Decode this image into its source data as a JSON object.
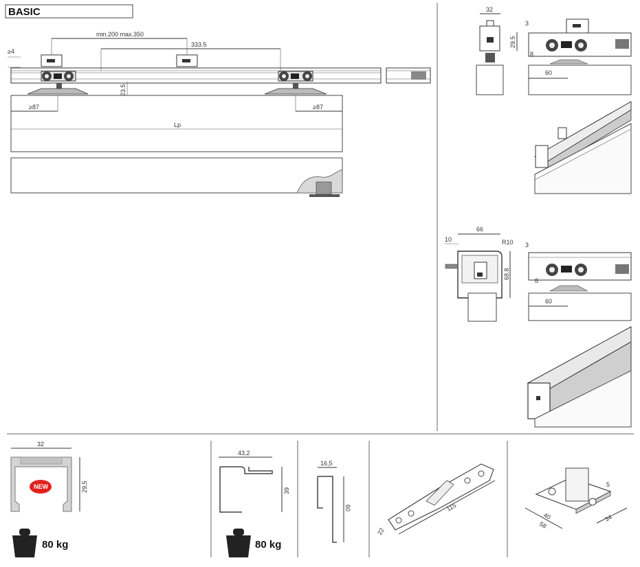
{
  "header": {
    "title": "BASIC"
  },
  "main_drawing": {
    "dim_spacing": "min.200  max.350",
    "dim_center": "333.5",
    "dim_gap": "≥4",
    "dim_height": "23.5",
    "dim_left": "≥87",
    "dim_right": "≥87",
    "dim_length": "Lp"
  },
  "detail_top": {
    "dim_width": "32",
    "dim_height": "29.5",
    "dim_offset": "3",
    "dim_depth": "60",
    "dim_small": "8"
  },
  "detail_bottom": {
    "dim_width": "66",
    "dim_wall": "10",
    "dim_radius": "R10",
    "dim_height": "68.8",
    "dim_offset": "3",
    "dim_depth": "60",
    "dim_small": "8"
  },
  "profiles": [
    {
      "width": "32",
      "height": "29,5",
      "badge": "NEW",
      "load": "80 kg"
    },
    {
      "width": "43,2",
      "height": "39",
      "load": "80 kg"
    },
    {
      "width": "16,5",
      "height": "60"
    },
    {
      "length": "115",
      "width": "22"
    },
    {
      "dim_a": "5",
      "dim_b": "40",
      "dim_c": "58",
      "dim_d": "34"
    }
  ],
  "colors": {
    "badge": "#e1211f",
    "line": "#333333",
    "profile_fill": "#d4d4d4"
  }
}
